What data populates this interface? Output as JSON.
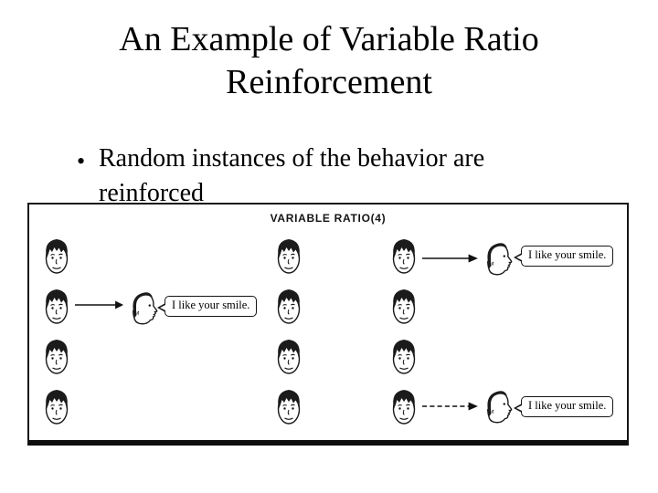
{
  "slide": {
    "title": "An Example of Variable Ratio Reinforcement",
    "bullet_marker": "•",
    "bullet_line1": "Random instances of the behavior are",
    "bullet_line2": "reinforced"
  },
  "diagram": {
    "title": "VARIABLE RATIO(4)",
    "bubbles": [
      "I like your smile.",
      "I like your smile.",
      "I like your smile."
    ],
    "grid_rows": 4,
    "grid_columns": 3,
    "reinforced_events": [
      {
        "column": 1,
        "row": 2,
        "side": "left"
      },
      {
        "column": 3,
        "row": 1,
        "side": "right"
      },
      {
        "column": 3,
        "row": 4,
        "side": "right"
      }
    ],
    "colors": {
      "ink": "#151515",
      "background": "#ffffff"
    }
  }
}
